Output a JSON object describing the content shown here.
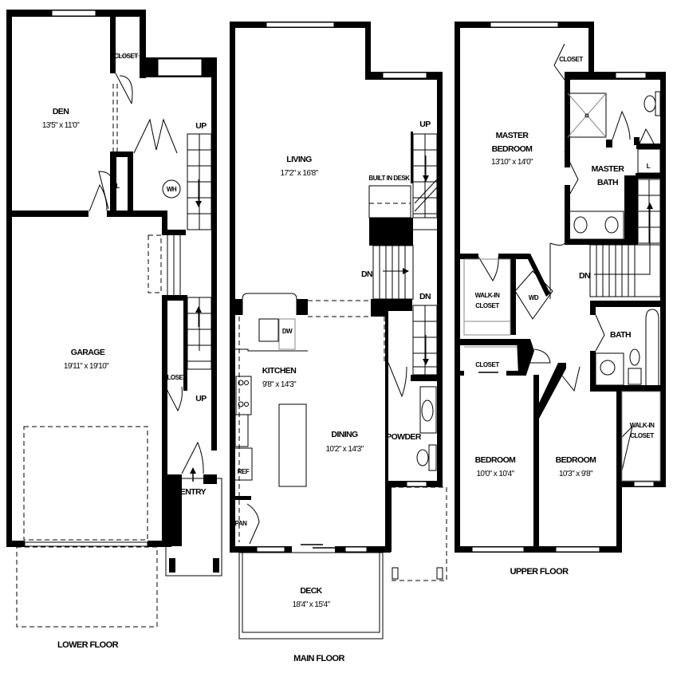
{
  "lower_floor": {
    "title": "LOWER FLOOR",
    "den": {
      "name": "DEN",
      "size": "13'5\" x 11'0\""
    },
    "closet_top": "CLOSET",
    "cl": "CL",
    "wh": "WH",
    "up_top": "UP",
    "garage": {
      "name": "GARAGE",
      "size": "19'11\" x 19'10\""
    },
    "closet_lower": "CLOSET",
    "up_lower": "UP",
    "entry": "ENTRY"
  },
  "main_floor": {
    "title": "MAIN FLOOR",
    "living": {
      "name": "LIVING",
      "size": "17'2\" x 16'8\""
    },
    "built_in_desk": "BUILT IN DESK",
    "up": "UP",
    "dn_left": "DN",
    "dn_right": "DN",
    "dw": "DW",
    "kitchen": {
      "name": "KITCHEN",
      "size": "9'8\" x 14'3\""
    },
    "dining": {
      "name": "DINING",
      "size": "10'2\" x 14'3\""
    },
    "powder": "POWDER",
    "ref": "REF",
    "pan": "PAN",
    "deck": {
      "name": "DECK",
      "size": "18'4\" x 15'4\""
    }
  },
  "upper_floor": {
    "title": "UPPER FLOOR",
    "master_bedroom": {
      "name_1": "MASTER",
      "name_2": "BEDROOM",
      "size": "13'10\" x 14'0\""
    },
    "closet_master": "CLOSET",
    "master_bath": {
      "name_1": "MASTER",
      "name_2": "BATH"
    },
    "l": "L",
    "dn": "DN",
    "walk_in_closet_left": {
      "line_1": "WALK-IN",
      "line_2": "CLOSET"
    },
    "wd": "WD",
    "bath": "BATH",
    "closet_hall": "CLOSET",
    "bedroom_left": {
      "name": "BEDROOM",
      "size": "10'0\" x 10'4\""
    },
    "bedroom_right": {
      "name": "BEDROOM",
      "size": "10'3\" x 9'8\""
    },
    "walk_in_closet_right": {
      "line_1": "WALK-IN",
      "line_2": "CLOSET"
    }
  }
}
